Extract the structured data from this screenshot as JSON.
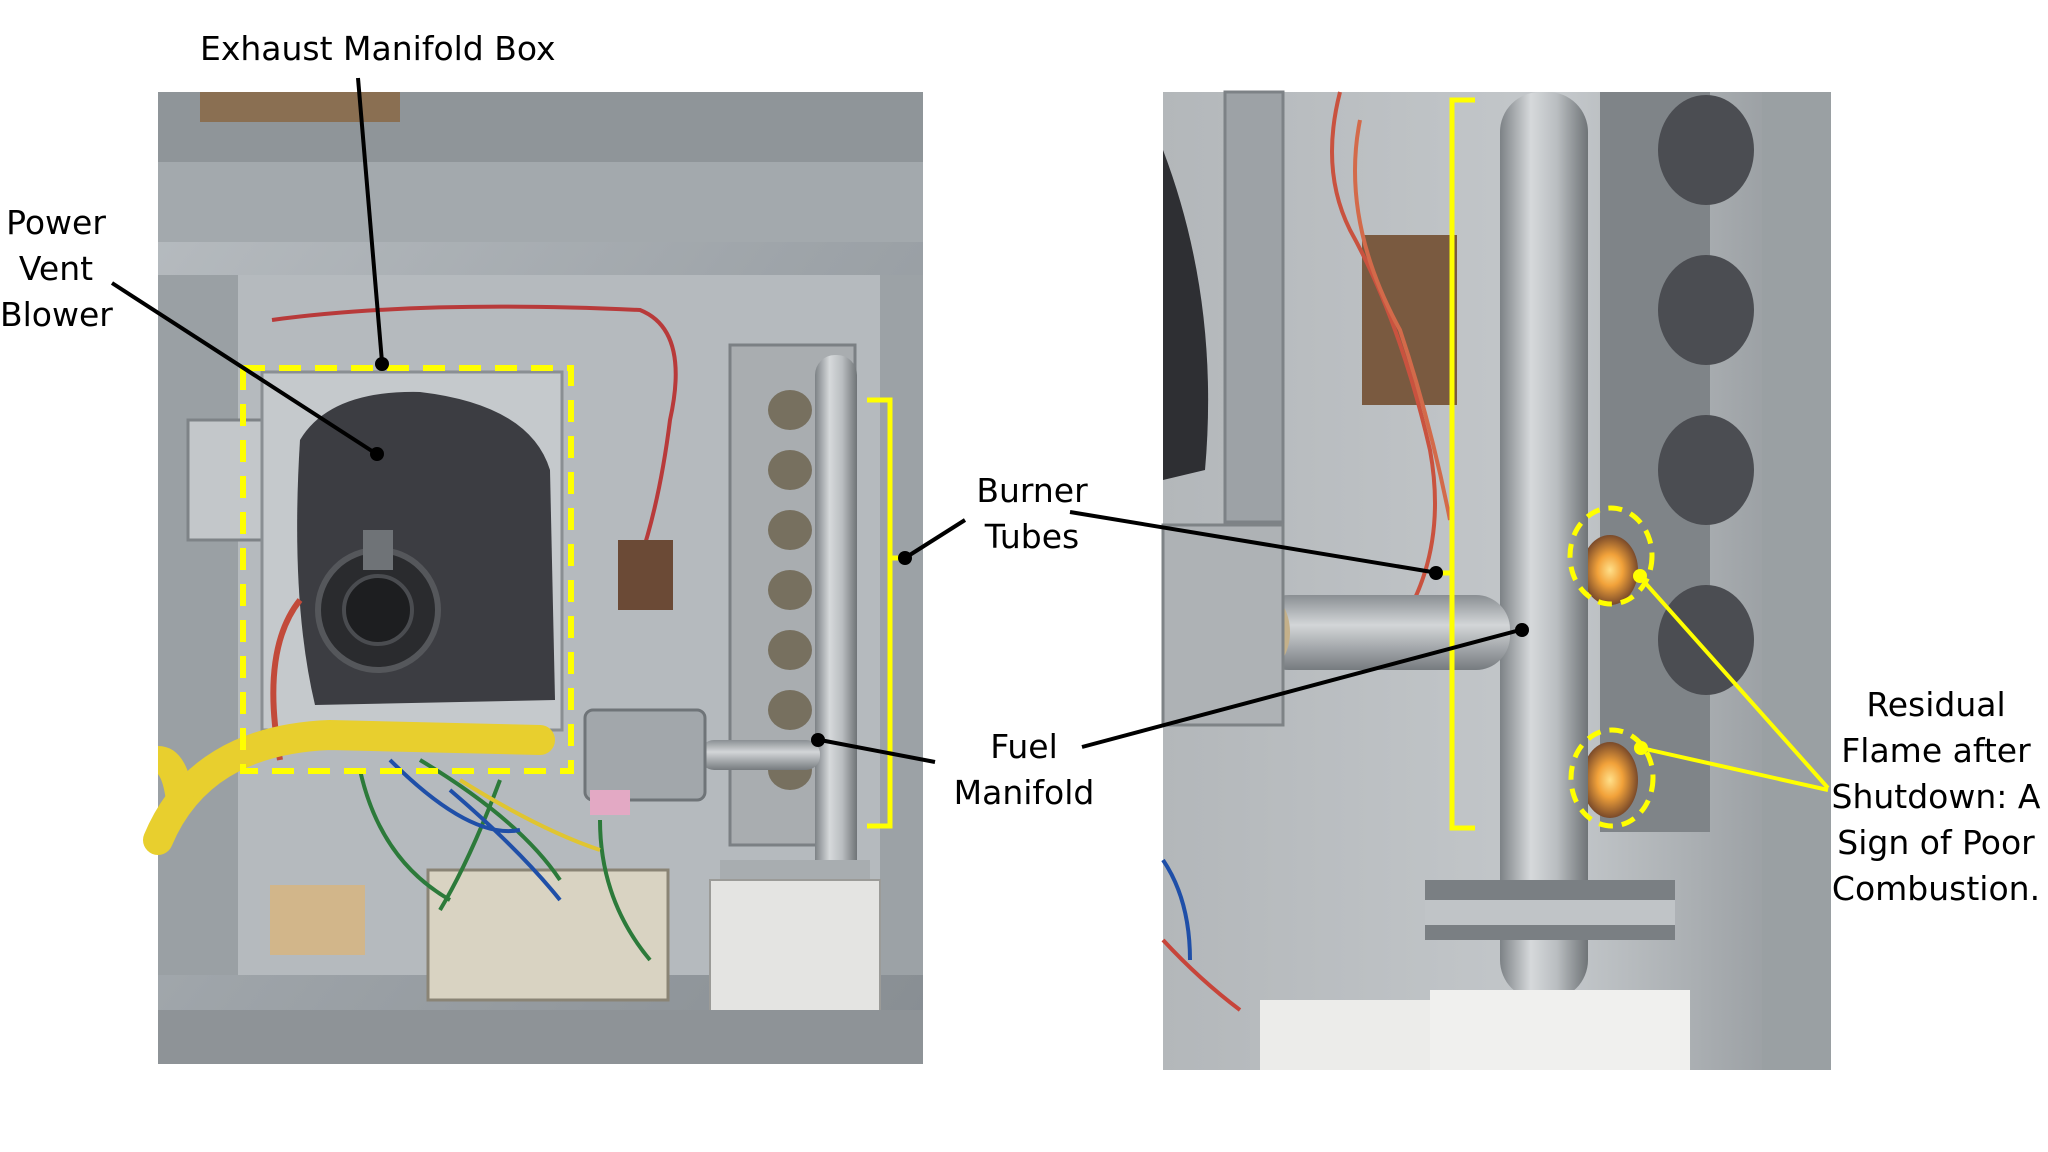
{
  "labels": {
    "exhaust_manifold_box": "Exhaust Manifold Box",
    "power_vent_blower": [
      "Power",
      "Vent",
      "Blower"
    ],
    "burner_tubes": [
      "Burner",
      "Tubes"
    ],
    "fuel_manifold": [
      "Fuel",
      "Manifold"
    ],
    "residual_flame": [
      "Residual",
      "Flame after",
      "Shutdown: A",
      "Sign of Poor",
      "Combustion."
    ]
  },
  "colors": {
    "annotation_yellow": "#ffff00",
    "leader_line": "#000000",
    "photo_metal": "#a7acb0",
    "blower_housing": "#3c3d42",
    "flame": "#f2a23a"
  }
}
